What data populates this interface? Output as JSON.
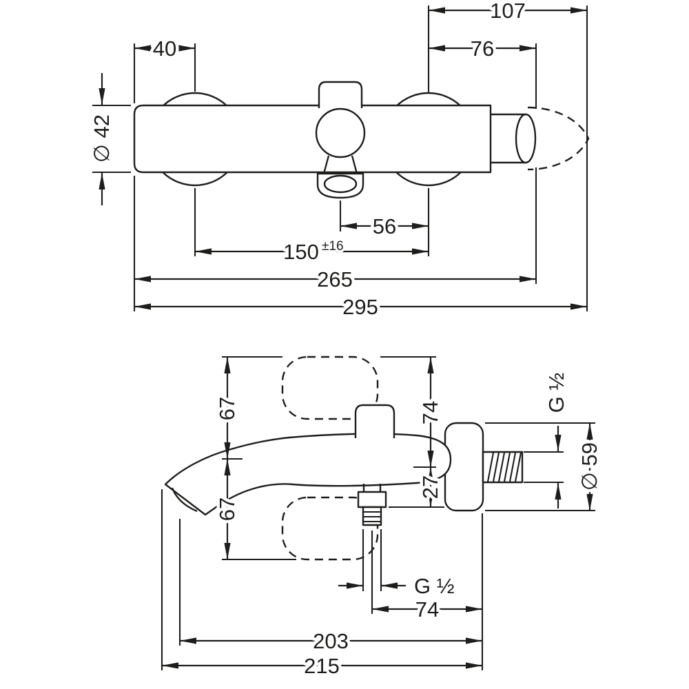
{
  "colors": {
    "ink": "#1d1d1b",
    "background": "#ffffff"
  },
  "front_view": {
    "d107": "107",
    "d40": "40",
    "d76": "76",
    "d42": "∅ 42",
    "d56": "56",
    "d150": "150",
    "d150_tol": "±16",
    "d265": "265",
    "d295": "295"
  },
  "side_view": {
    "d67_upper": "67",
    "d67_lower": "67",
    "d74_vertical": "74",
    "d27": "27",
    "thread_wall": "G ½",
    "d59": "∅ 59",
    "thread_bottom": "G ½",
    "d74_horizontal": "74",
    "d203": "203",
    "d215": "215"
  }
}
